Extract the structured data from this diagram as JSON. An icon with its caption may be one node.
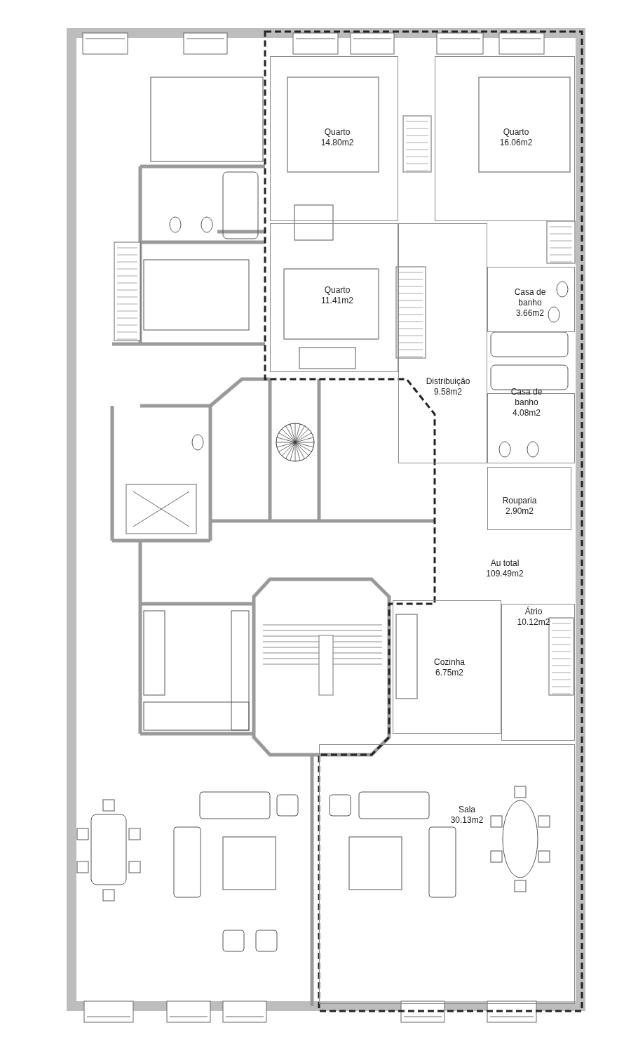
{
  "diagram": {
    "nodes": [
      {
        "text": [
          "Quarto",
          "14.80m2"
        ]
      },
      {
        "text": [
          "Quarto",
          "16.06m2"
        ]
      },
      {
        "text": [
          "Quarto",
          "11.41m2"
        ]
      },
      {
        "text": [
          "Casa de banho",
          "3.66m2"
        ]
      },
      {
        "text": [
          "Distribuição",
          "9.58m2"
        ]
      },
      {
        "text": [
          "Casa de banho",
          "4.08m2"
        ]
      },
      {
        "text": [
          "Rouparia",
          "2.90m2"
        ]
      },
      {
        "text": [
          "Átrio",
          "10.12m2"
        ]
      },
      {
        "text": [
          "Cozinha",
          "6.75m2"
        ]
      },
      {
        "text": [
          "Sala",
          "30.13m2"
        ]
      }
    ],
    "labels": [
      "Au total 109.49m2"
    ]
  }
}
